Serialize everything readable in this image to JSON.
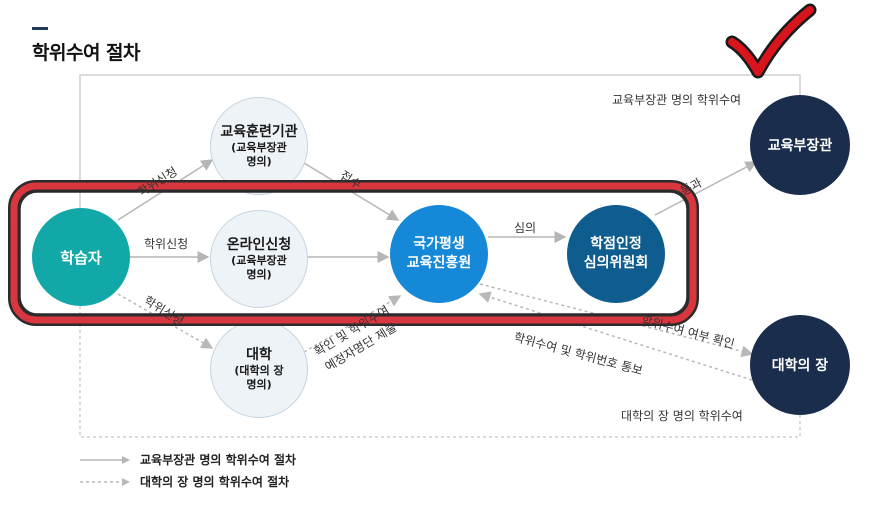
{
  "title": "학위수여 절차",
  "nodes": {
    "learner": "학습자",
    "training": {
      "main": "교육훈련기관",
      "sub1": "(교육부장관",
      "sub2": "명의)"
    },
    "online": {
      "main": "온라인신청",
      "sub1": "(교육부장관",
      "sub2": "명의)"
    },
    "university": {
      "main": "대학",
      "sub1": "(대학의 장",
      "sub2": "명의)"
    },
    "nile": {
      "line1": "국가평생",
      "line2": "교육진흥원"
    },
    "council": {
      "line1": "학점인정",
      "line2": "심의위원회"
    },
    "minister": "교육부장관",
    "president": "대학의 장"
  },
  "edge_labels": {
    "apply_top": "학위신청",
    "apply_mid": "학위신청",
    "apply_bottom": "학위신청",
    "receipt": "접수",
    "review": "심의",
    "pass": "통과",
    "confirm_degree": "학위수여 여부 확인",
    "notify": "학위수여 및 학위번호 통보",
    "confirm_submit": "확인 및 학위수여",
    "expected_submit": "예정자명단 제출"
  },
  "corner_labels": {
    "minister_award": "교육부장관 명의 학위수여",
    "president_award": "대학의 장 명의 학위수여"
  },
  "legend": {
    "solid": "교육부장관 명의 학위수여 절차",
    "dashed": "대학의 장 명의 학위수여 절차"
  },
  "colors": {
    "highlight_border": "#d9373f",
    "highlight_outer": "#2b2b2b",
    "check_red": "#d8141d",
    "learner": "#12a8a8",
    "nile": "#1588d8",
    "council": "#0f5c8f",
    "navy": "#1a2d4c"
  }
}
